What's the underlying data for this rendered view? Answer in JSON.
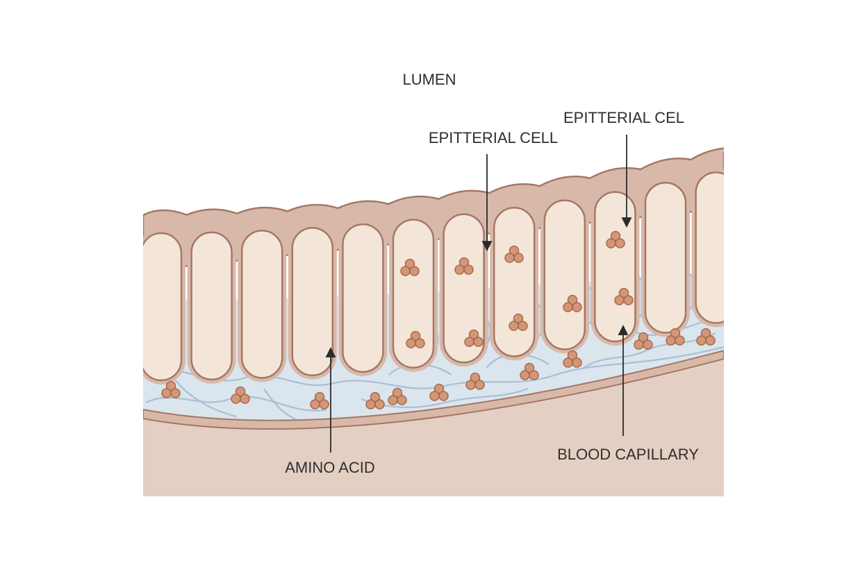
{
  "labels": {
    "lumen": "LUMEN",
    "epithelial_cell_left": "EPITTERIAL CELL",
    "epithelial_cell_right": "EPITTERIAL CEL",
    "amino_acid": "AMINO ACID",
    "blood_capillary": "BLOOD CAPILLARY"
  },
  "colors": {
    "membrane": "#d8b9a9",
    "membrane_outline": "#a57766",
    "cytoplasm": "#f3e6d8",
    "interstitial": "#dbe5ee",
    "capillary_outline": "#a9bfd3",
    "amino_acid": "#d29777",
    "amino_acid_outline": "#a8674b",
    "tissue": "#e4cfc3",
    "tissue_line": "#a17665",
    "leader_line": "#2b2b2b"
  },
  "icons": [
    "amino-acid-molecule",
    "arrowhead"
  ]
}
